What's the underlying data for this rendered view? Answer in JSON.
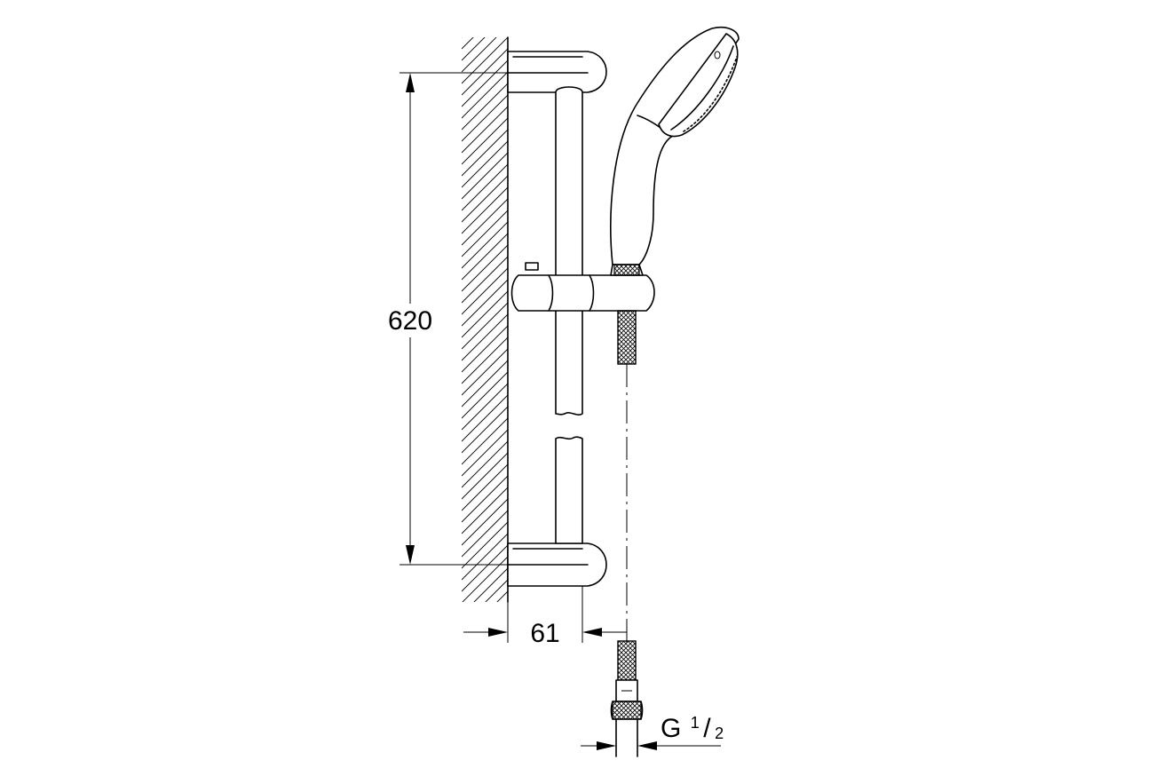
{
  "dimensions": {
    "height": "620",
    "projection": "61",
    "thread_prefix": "G",
    "thread_numerator": "1",
    "thread_slash": "/",
    "thread_denominator": "2"
  }
}
